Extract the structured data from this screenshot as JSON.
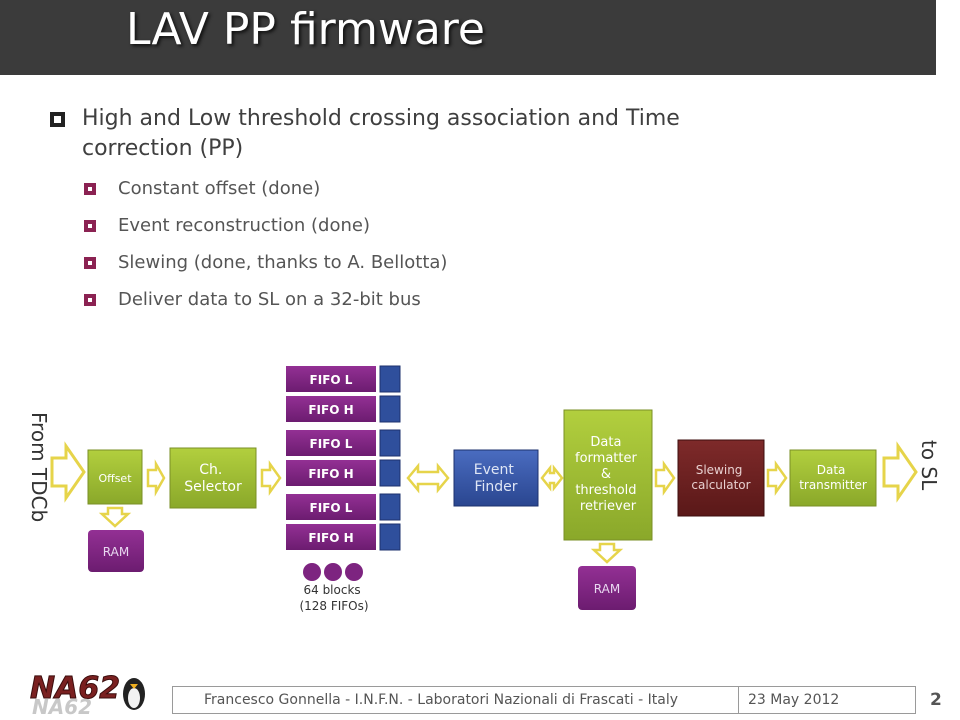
{
  "slide": {
    "title": "LAV PP firmware",
    "main_bullet": "High and Low threshold crossing association and Time correction (PP)",
    "sub_bullets": [
      "Constant offset (done)",
      "Event reconstruction (done)",
      "Slewing (done, thanks to A. Bellotta)",
      "Deliver data to SL on a 32-bit bus"
    ]
  },
  "diagram": {
    "from_label": "From TDCb",
    "to_label": "to SL",
    "offset": "Offset",
    "ram": "RAM",
    "ch_selector": [
      "Ch.",
      "Selector"
    ],
    "fifos": [
      "FIFO L",
      "FIFO H",
      "FIFO L",
      "FIFO H",
      "FIFO L",
      "FIFO H"
    ],
    "blocks_note": [
      "64 blocks",
      "(128 FIFOs)"
    ],
    "event_finder": [
      "Event",
      "Finder"
    ],
    "data_formatter": [
      "Data",
      "formatter",
      "&",
      "threshold",
      "retriever"
    ],
    "slewing": [
      "Slewing",
      "calculator"
    ],
    "data_transmitter": [
      "Data",
      "transmitter"
    ],
    "colors": {
      "green": "#9bbb30",
      "purple": "#7d2480",
      "blue": "#2f4f9c",
      "darkred": "#6b2020",
      "arrow_yellow": "#f5e36a"
    }
  },
  "footer": {
    "logo_text": "NA62",
    "credit": "Francesco Gonnella - I.N.F.N. - Laboratori Nazionali di Frascati - Italy",
    "date": "23 May 2012",
    "page": "2"
  }
}
